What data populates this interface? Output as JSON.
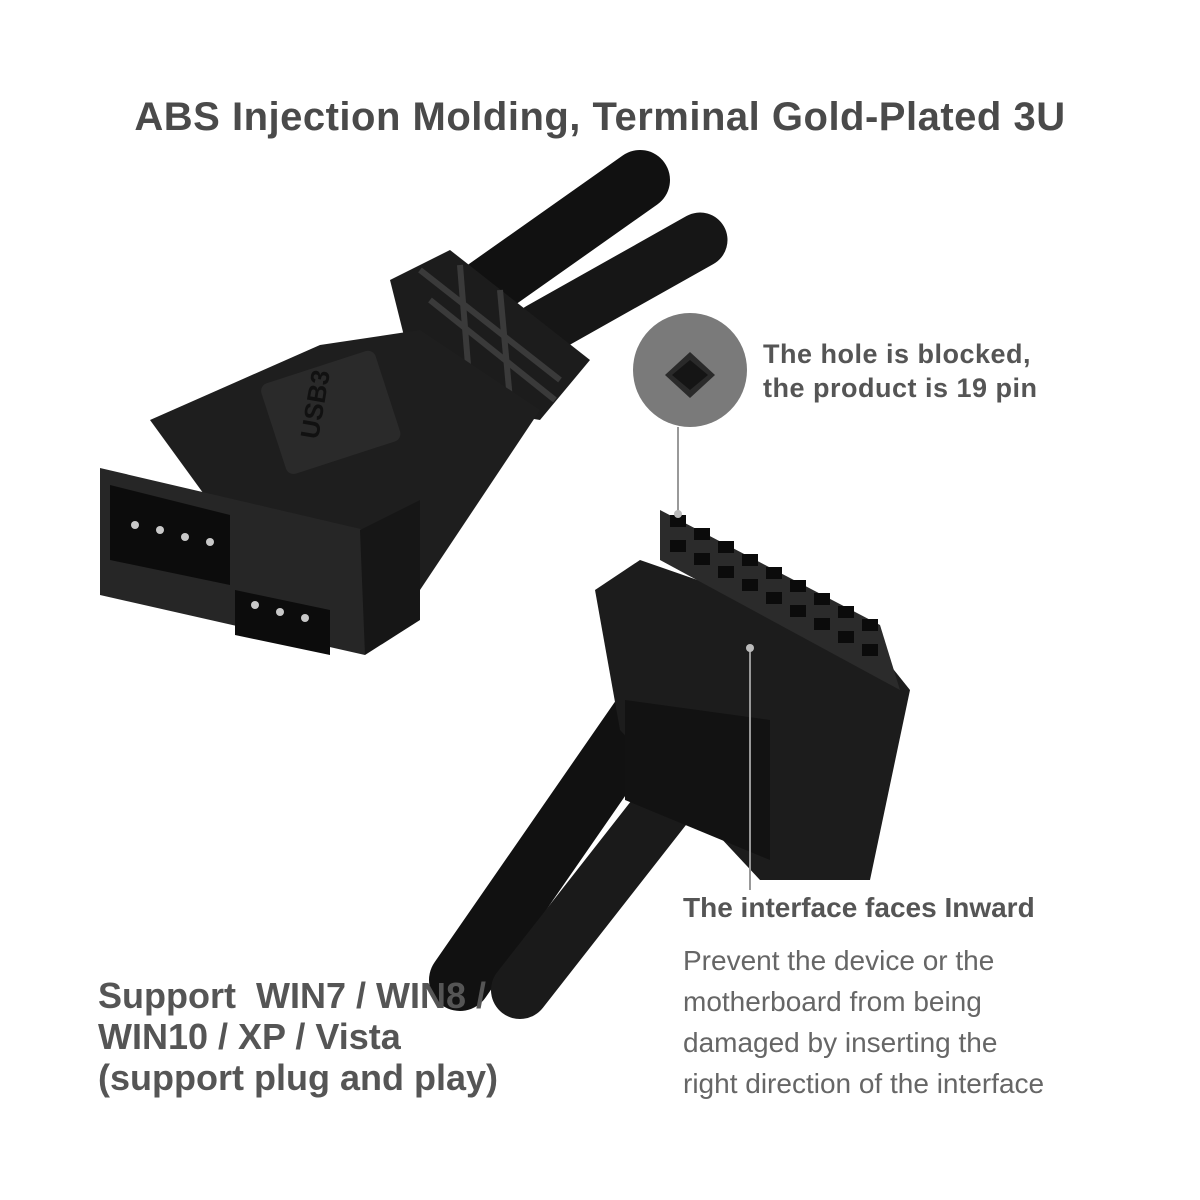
{
  "title": "ABS Injection Molding, Terminal Gold-Plated 3U",
  "connector_label": "USB3",
  "hole_callout": [
    "The hole is blocked,",
    "the product is 19 pin"
  ],
  "os_support": [
    "Support  WIN7 / WIN8 /",
    "WIN10 / XP / Vista",
    "(support plug and play)"
  ],
  "interface_heading": "The interface faces Inward",
  "interface_body": [
    "Prevent the device or the",
    "motherboard from being",
    "damaged by inserting the",
    "right direction of the interface"
  ],
  "colors": {
    "text": "#555555",
    "connector": "#1a1a1a",
    "callout_circle": "#7a7a7a"
  }
}
